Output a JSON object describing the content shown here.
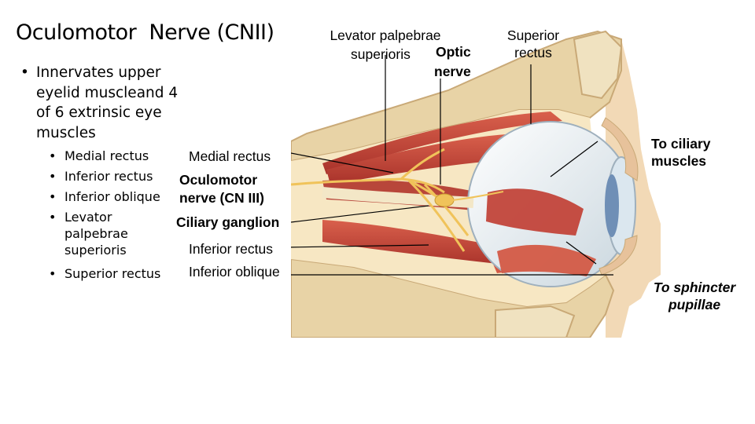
{
  "slide": {
    "title": "Oculomotor  Nerve (CNII)",
    "intro": "Innervates upper eyelid muscleand 4 of 6 extrinsic eye muscles",
    "muscles": [
      "Medial rectus",
      "Inferior rectus",
      "Inferior oblique",
      "Levator palpebrae superioris",
      "Superior rectus"
    ]
  },
  "figure": {
    "labels": {
      "levator_line1": "Levator palpebrae",
      "levator_line2": "superioris",
      "optic_line1": "Optic",
      "optic_line2": "nerve",
      "superior_line1": "Superior",
      "superior_line2": "rectus",
      "ciliary_muscles_line1": "To ciliary",
      "ciliary_muscles_line2": "muscles",
      "medial_rectus": "Medial rectus",
      "oculomotor_line1": "Oculomotor",
      "oculomotor_line2": "nerve (CN III)",
      "ciliary_ganglion": "Ciliary ganglion",
      "inferior_rectus": "Inferior rectus",
      "inferior_oblique": "Inferior oblique",
      "sphincter_line1": "To sphincter",
      "sphincter_line2": "pupillae"
    },
    "colors": {
      "bone": "#e8d3a6",
      "bone_dark": "#c9a977",
      "muscle": "#c2453a",
      "muscle_light": "#e07a63",
      "nerve": "#f0c35a",
      "sclera": "#eef3f6",
      "iris": "#6f8fb6",
      "skin": "#f2d9b6",
      "leader": "#000000"
    }
  }
}
